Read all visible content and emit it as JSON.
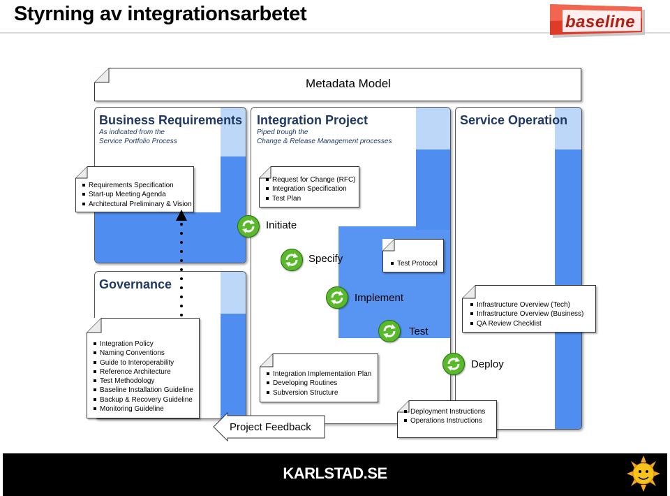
{
  "title": "Styrning av integrationsarbetet",
  "logo": {
    "text": "baseline"
  },
  "metadata": {
    "label": "Metadata Model"
  },
  "business": {
    "title": "Business Requirements",
    "sub1": "As indicated from the",
    "sub2": "Service Portfolio Process",
    "items": [
      "Requirements Specification",
      "Start-up Meeting Agenda",
      "Architectural Preliminary & Vision"
    ]
  },
  "integration": {
    "title": "Integration Project",
    "sub1": "Piped trough the",
    "sub2": "Change & Release Management processes",
    "items": [
      "Request for Change (RFC)",
      "Integration Specification",
      "Test Plan"
    ]
  },
  "service": {
    "title": "Service Operation"
  },
  "governance": {
    "title": "Governance",
    "items": [
      "Integration Policy",
      "Naming Conventions",
      "Guide to Interoperability",
      "Reference Architecture",
      "Test Methodology",
      "Baseline Installation Guideline",
      "Backup & Recovery Guideline",
      "Monitoring Guideline"
    ]
  },
  "stages": {
    "initiate": "Initiate",
    "specify": "Specify",
    "implement": "Implement",
    "test": "Test",
    "deploy": "Deploy"
  },
  "test_note": {
    "items": [
      "Test Protocol"
    ]
  },
  "impl_note": {
    "items": [
      "Integration Implementation Plan",
      "Developing Routines",
      "Subversion Structure"
    ]
  },
  "infra_note": {
    "items": [
      "Infrastructure Overview (Tech)",
      "Infrastructure Overview (Business)",
      "QA Review Checklist"
    ]
  },
  "deploy_note": {
    "items": [
      "Deployment Instructions",
      "Operations Instructions"
    ]
  },
  "feedback": {
    "label": "Project Feedback"
  },
  "footer": {
    "text": "KARLSTAD.SE"
  },
  "colors": {
    "blue": "#4f8ef0",
    "light_blue": "#bcd7f7",
    "heading": "#1f3864",
    "cycle_green": "#58b92a"
  }
}
